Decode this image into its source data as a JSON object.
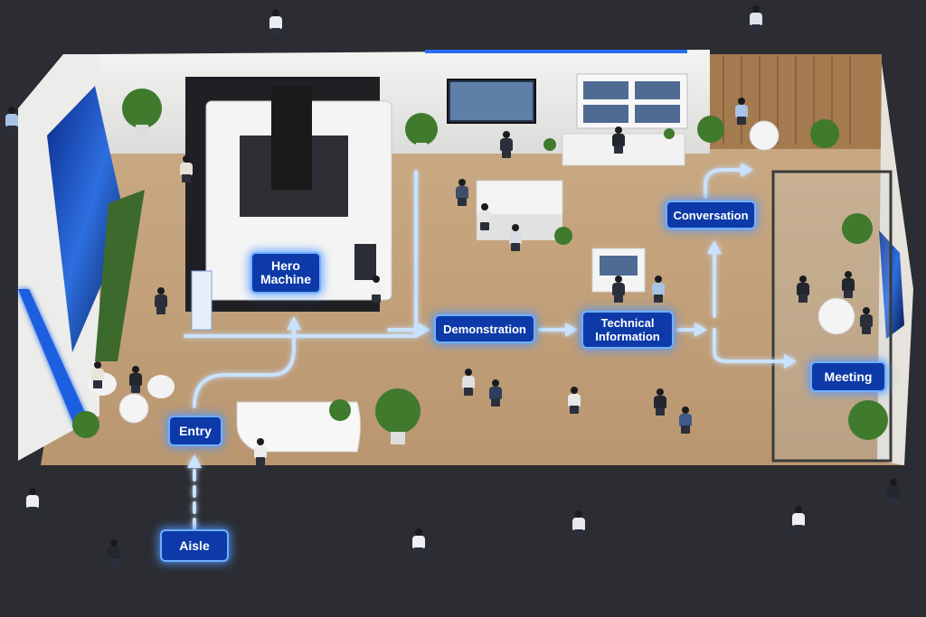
{
  "labels": {
    "hero_machine": "Hero\nMachine",
    "demonstration": "Demonstration",
    "technical_information": "Technical\nInformation",
    "conversation": "Conversation",
    "meeting": "Meeting",
    "entry": "Entry",
    "aisle": "Aisle"
  },
  "colors": {
    "label_fill": "#0d3aa8",
    "glow": "#4f9bff",
    "floor": "#c9aa85",
    "carpet": "#2b2d33"
  }
}
